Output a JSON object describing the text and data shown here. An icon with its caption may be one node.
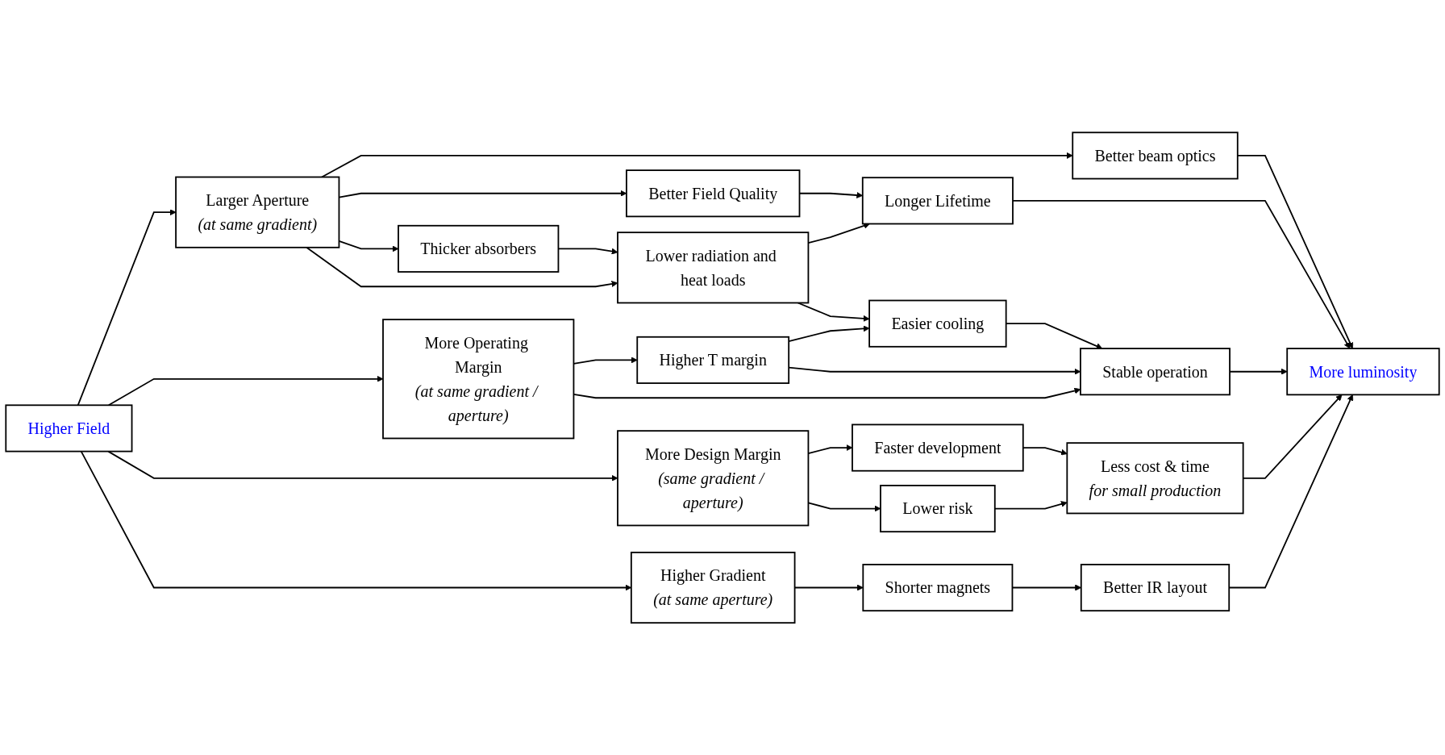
{
  "diagram": {
    "nodes": [
      {
        "text": [
          "Higher Field"
        ]
      },
      {
        "text": [
          "Larger Aperture",
          "(at same gradient)"
        ]
      },
      {
        "text": [
          "More Operating Margin",
          "(at same gradient / aperture)"
        ]
      },
      {
        "text": [
          "More Design Margin",
          "(same gradient / aperture)"
        ]
      },
      {
        "text": [
          "Higher Gradient",
          "(at same aperture)"
        ]
      },
      {
        "text": [
          "Better beam optics"
        ]
      },
      {
        "text": [
          "Better Field Quality"
        ]
      },
      {
        "text": [
          "Thicker absorbers"
        ]
      },
      {
        "text": [
          "Higher T margin"
        ]
      },
      {
        "text": [
          "Faster development"
        ]
      },
      {
        "text": [
          "Lower risk"
        ]
      },
      {
        "text": [
          "Shorter magnets"
        ]
      },
      {
        "text": [
          "More luminosity"
        ]
      },
      {
        "text": [
          "Longer Lifetime"
        ]
      },
      {
        "text": [
          "Lower radiation and heat loads"
        ]
      },
      {
        "text": [
          "Easier cooling"
        ]
      },
      {
        "text": [
          "Stable operation"
        ]
      },
      {
        "text": [
          "Less cost & time",
          "for small production"
        ]
      },
      {
        "text": [
          "Better IR layout"
        ]
      }
    ],
    "edges": [
      {
        "from": 0,
        "to": 1,
        "arrow": "to"
      },
      {
        "from": 0,
        "to": 2,
        "arrow": "to"
      },
      {
        "from": 0,
        "to": 3,
        "arrow": "to"
      },
      {
        "from": 0,
        "to": 4,
        "arrow": "to"
      },
      {
        "from": 1,
        "to": 5,
        "arrow": "to"
      },
      {
        "from": 1,
        "to": 6,
        "arrow": "to"
      },
      {
        "from": 1,
        "to": 7,
        "arrow": "to"
      },
      {
        "from": 1,
        "to": 14,
        "arrow": "to"
      },
      {
        "from": 5,
        "to": 12,
        "arrow": "to"
      },
      {
        "from": 6,
        "to": 13,
        "arrow": "to"
      },
      {
        "from": 7,
        "to": 14,
        "arrow": "to"
      },
      {
        "from": 13,
        "to": 12,
        "arrow": "to"
      },
      {
        "from": 14,
        "to": 13,
        "arrow": "to"
      },
      {
        "from": 14,
        "to": 15,
        "arrow": "to"
      },
      {
        "from": 2,
        "to": 8,
        "arrow": "to"
      },
      {
        "from": 8,
        "to": 15,
        "arrow": "to"
      },
      {
        "from": 8,
        "to": 16,
        "arrow": "to"
      },
      {
        "from": 2,
        "to": 16,
        "arrow": "to"
      },
      {
        "from": 15,
        "to": 16,
        "arrow": "to"
      },
      {
        "from": 3,
        "to": 9,
        "arrow": "to"
      },
      {
        "from": 3,
        "to": 10,
        "arrow": "to"
      },
      {
        "from": 9,
        "to": 17,
        "arrow": "to"
      },
      {
        "from": 10,
        "to": 17,
        "arrow": "to"
      },
      {
        "from": 4,
        "to": 11,
        "arrow": "to"
      },
      {
        "from": 11,
        "to": 18,
        "arrow": "to"
      },
      {
        "from": 16,
        "to": 12,
        "arrow": "to"
      },
      {
        "from": 17,
        "to": 12,
        "arrow": "to"
      },
      {
        "from": 18,
        "to": 12,
        "arrow": "to"
      }
    ]
  }
}
